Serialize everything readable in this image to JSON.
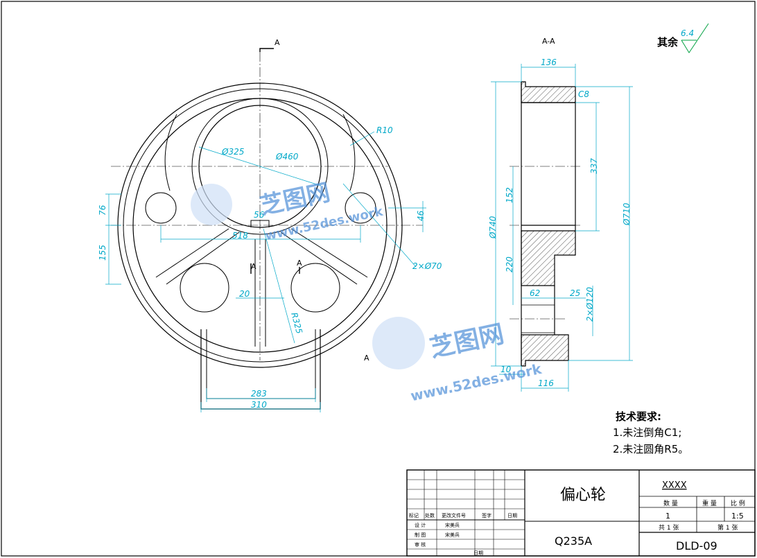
{
  "colors": {
    "line": "#000000",
    "dimension": "#00a8c8",
    "watermark": "#4f8fd8"
  },
  "roughness": {
    "label": "其余",
    "value": "6.4"
  },
  "front_view": {
    "section_marks": [
      "A",
      "A",
      "A",
      "A"
    ],
    "dims": {
      "d325": "Ø325",
      "d460": "Ø460",
      "r10": "R10",
      "h76": "76",
      "h155": "155",
      "h46": "46",
      "w518": "518",
      "w56": "56",
      "holes": "2×Ø70",
      "w20": "20",
      "r325": "R325",
      "w283": "283",
      "w310": "310"
    }
  },
  "section_view": {
    "title": "A-A",
    "dims": {
      "w136": "136",
      "c8": "C8",
      "h337": "337",
      "d740": "Ø740",
      "h152": "152",
      "d710": "Ø710",
      "h220": "220",
      "w62": "62",
      "w25": "25",
      "holes": "2×Ø120",
      "w10": "10",
      "w116": "116"
    }
  },
  "tech_requirements": {
    "title": "技术要求:",
    "items": [
      "1.未注倒角C1;",
      "2.未注圆角R5。"
    ]
  },
  "title_block": {
    "part_name": "偏心轮",
    "material": "Q235A",
    "code_placeholder": "XXXX",
    "drawing_no": "DLD-09",
    "headers": {
      "qty": "数 量",
      "weight": "重 量",
      "scale": "比 例"
    },
    "qty": "1",
    "scale": "1:5",
    "sheets_total": "共 1 张",
    "sheet_no": "第 1 张",
    "rev_headers": [
      "标记",
      "处数",
      "更改文件号",
      "签字",
      "日期"
    ],
    "roles": [
      "设 计",
      "制 图",
      "审 核"
    ],
    "names": [
      "宋美兵",
      "宋美兵"
    ],
    "date_label": "日期"
  },
  "watermark": {
    "brand": "芝图网",
    "url": "www.52des.work"
  }
}
